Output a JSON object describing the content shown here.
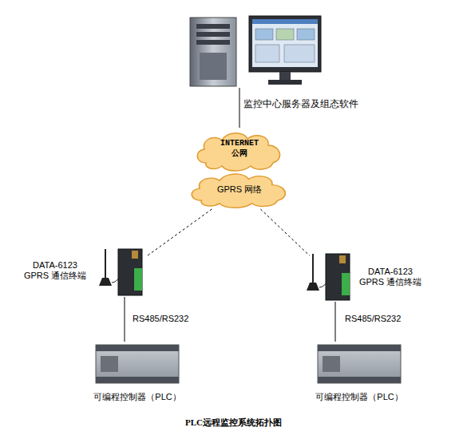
{
  "diagram": {
    "caption": "PLC远程监控系统拓扑图",
    "nodes": [
      {
        "text": [
          "监控中心服务器及组态软件"
        ]
      },
      {
        "text": [
          "INTERNET 公网"
        ]
      },
      {
        "text": [
          "GPRS 网络"
        ]
      },
      {
        "text": [
          "DATA-6123 GPRS 通信终端"
        ]
      },
      {
        "text": [
          "可编程控制器（PLC）"
        ]
      },
      {
        "text": [
          "DATA-6123 GPRS 通信终端"
        ]
      },
      {
        "text": [
          "可编程控制器（PLC）"
        ]
      }
    ],
    "edges": [
      {
        "from": 0,
        "to": 1,
        "arrow": "none"
      },
      {
        "from": 2,
        "to": 3,
        "arrow": "none"
      },
      {
        "from": 3,
        "to": 4,
        "label": "RS485/RS232",
        "arrow": "none"
      },
      {
        "from": 2,
        "to": 5,
        "arrow": "none"
      },
      {
        "from": 5,
        "to": 6,
        "label": "RS485/RS232",
        "arrow": "none"
      }
    ]
  }
}
